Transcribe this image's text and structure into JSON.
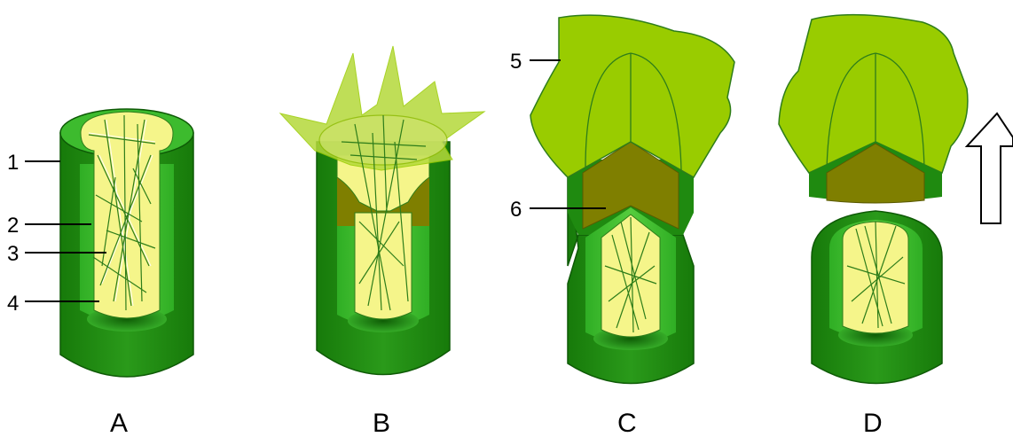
{
  "labels": {
    "l1": "1",
    "l2": "2",
    "l3": "3",
    "l4": "4",
    "l5": "5",
    "l6": "6"
  },
  "captions": {
    "a": "A",
    "b": "B",
    "c": "C",
    "d": "D"
  },
  "colors": {
    "dark_green": "#1f7d0f",
    "mid_green": "#3dbb2e",
    "light_green": "#66d24a",
    "pith_yellow": "#f5f58a",
    "leaf_green": "#99cc00",
    "brown_band": "#7f7f00"
  },
  "icons": {
    "arrow": "up-arrow-outline-icon"
  }
}
